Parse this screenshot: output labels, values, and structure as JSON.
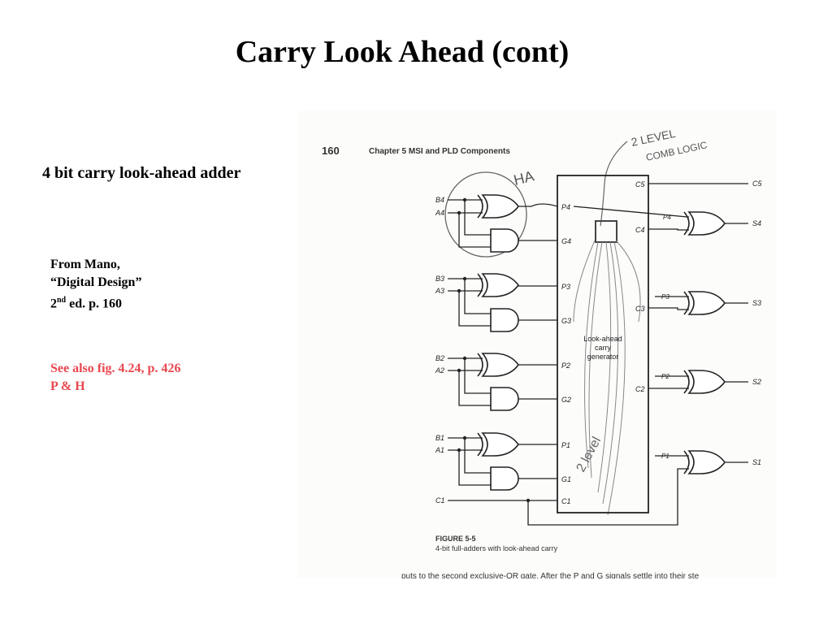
{
  "slide": {
    "title": "Carry Look Ahead (cont)",
    "subtitle": "4 bit carry look-ahead adder",
    "credit": {
      "line1": "From Mano,",
      "line2": "“Digital Design”",
      "line3_num": "2",
      "line3_sup": "nd",
      "line3_rest": " ed. p. 160"
    },
    "see_also": {
      "line1": "See also fig. 4.24, p. 426",
      "line2": "P & H",
      "color": "#e8474f"
    }
  },
  "figure": {
    "page_number": "160",
    "chapter_heading": "Chapter 5   MSI and PLD Components",
    "block_label": [
      "Look-ahead",
      "carry",
      "generator"
    ],
    "caption_title": "FIGURE 5-5",
    "caption_text": "4-bit full-adders with look-ahead carry",
    "bottom_text": "puts to the second exclusive-OR gate. After the P and G signals settle into their ste",
    "handwritten": {
      "top": "2 LEVEL",
      "top2": "COMB LOGIC",
      "ha": "HA",
      "side": "2 level"
    },
    "block_left_pins": [
      "P4",
      "G4",
      "P3",
      "G3",
      "P2",
      "G2",
      "P1",
      "G1",
      "C1"
    ],
    "block_right_pins": [
      "C5",
      "C4",
      "C3",
      "C2"
    ],
    "output_labels": [
      "C5",
      "S4",
      "S3",
      "S2",
      "S1"
    ],
    "input_labels": [
      "B4",
      "A4",
      "B3",
      "A3",
      "B2",
      "A2",
      "B1",
      "A1",
      "C1"
    ],
    "gate_p_labels": [
      "P4",
      "P3",
      "P2",
      "P1"
    ]
  }
}
